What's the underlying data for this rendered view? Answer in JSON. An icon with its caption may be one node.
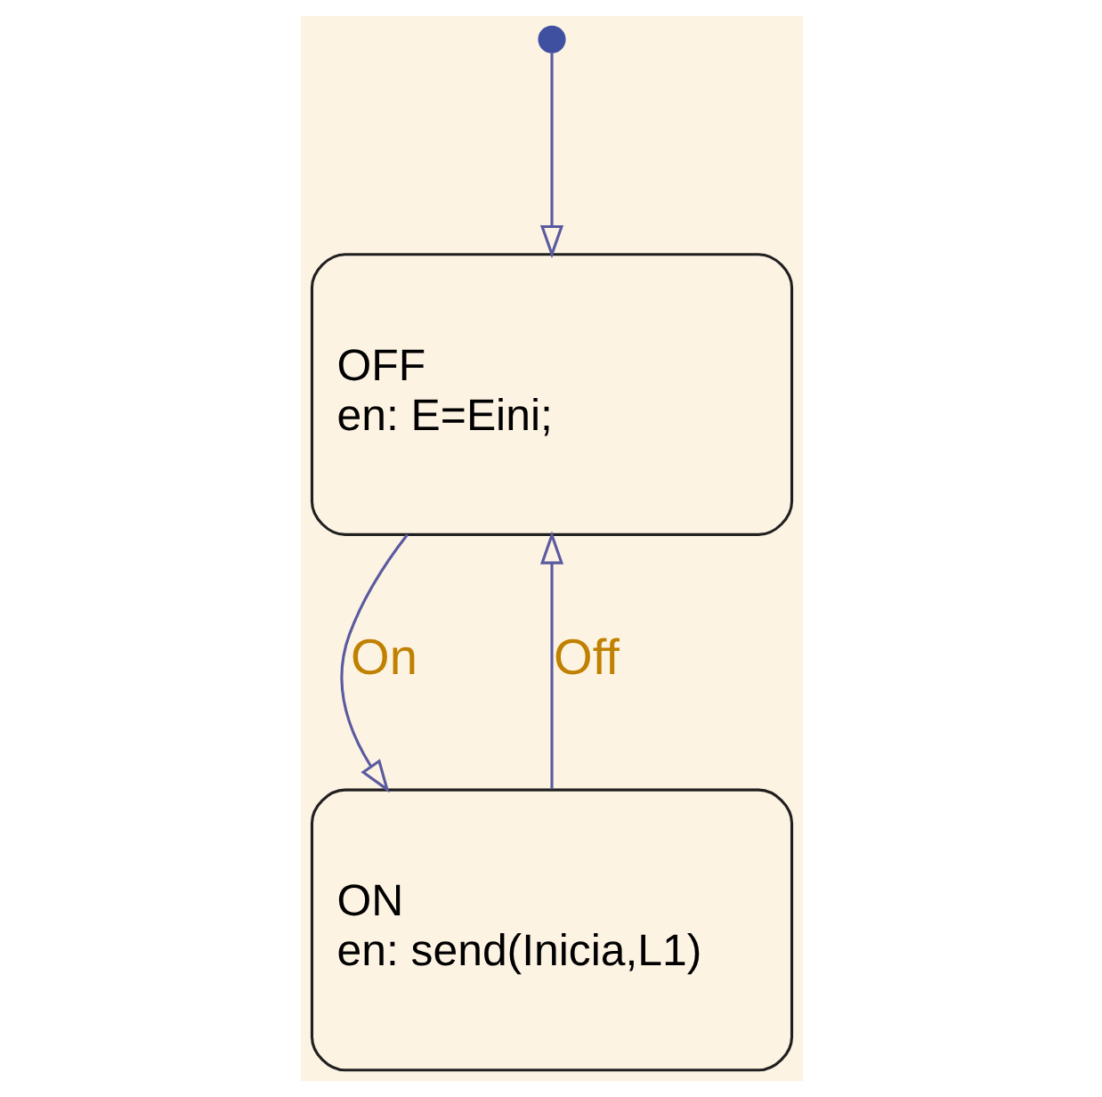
{
  "diagram": {
    "nodes": [
      {
        "text": [],
        "shape": "circle"
      },
      {
        "text": [
          "OFF",
          "en: E=Eini;"
        ]
      },
      {
        "text": [
          "ON",
          "en: send(Inicia,L1)"
        ]
      }
    ],
    "edges": [
      {
        "from": 0,
        "to": 1,
        "arrow": "to"
      },
      {
        "from": 1,
        "to": 2,
        "arrow": "to",
        "label": "On"
      },
      {
        "from": 2,
        "to": 1,
        "arrow": "to",
        "label": "Off"
      }
    ]
  }
}
